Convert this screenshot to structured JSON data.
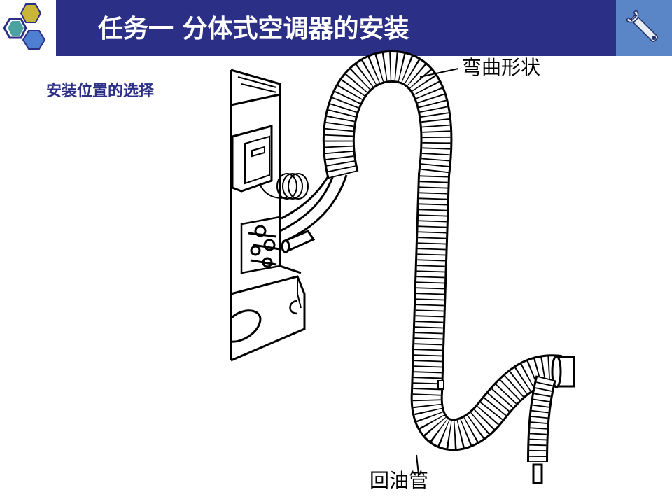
{
  "header": {
    "title": "任务一 分体式空调器的安装",
    "logo_icon": "hexagon-cluster-icon",
    "tool_icon": "wrench-icon",
    "colors": {
      "bar": "#2b2f86",
      "hex_yellow": "#c9b53a",
      "hex_teal": "#4aa3a0",
      "hex_blue": "#4f7fd0",
      "tool_bg": "#5a86c8"
    }
  },
  "content": {
    "subtitle": "安装位置的选择",
    "labels": {
      "bend_shape": "弯曲形状",
      "oil_return_pipe": "回油管"
    }
  }
}
